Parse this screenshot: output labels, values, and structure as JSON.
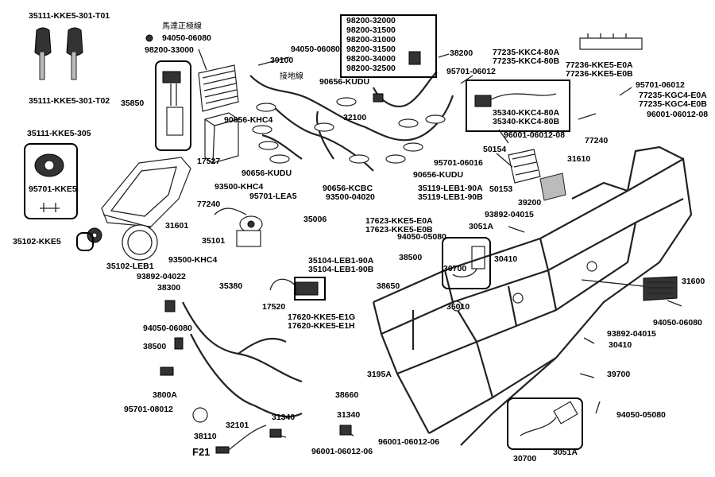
{
  "diagram": {
    "labels": {
      "k_t01": "35111-KKE5-301-T01",
      "k_t02": "35111-KKE5-301-T02",
      "k_305": "35111-KKE5-305",
      "k_khe5": "95701-KKE5",
      "p35850": "35850",
      "p35102kke5": "35102-KKE5",
      "p35102leb1": "35102-LEB1",
      "p93892a": "93892-04022",
      "p38300": "38300",
      "p94050a": "94050-06080",
      "p38500a": "38500",
      "p3800a": "3800A",
      "p95701a": "95701-08012",
      "p38110": "38110",
      "f21": "F21",
      "p32101": "32101",
      "p31340a": "31340",
      "p96001a": "96001-06012-06",
      "p31340b": "31340",
      "p96001b": "96001-06012-06",
      "cn_wire": "馬達正極線",
      "p94050b": "94050-06080",
      "p98200_33": "98200-33000",
      "p39100": "39100",
      "p94050c": "94050-06080",
      "cn_ground": "接地線",
      "p90656a": "90656-KUDU",
      "p32100": "32100",
      "p90656b": "90656-KHC4",
      "p90656c": "90656-KUDU",
      "p90656d": "90656-KCBC",
      "p93500a": "93500-04020",
      "p90656e": "90656-KUDU",
      "p17527": "17527",
      "p93500b": "93500-KHC4",
      "p95701b": "95701-LEA5",
      "p77240a": "77240",
      "p31601": "31601",
      "p35101": "35101",
      "p93500c": "93500-KHC4",
      "p35380": "35380",
      "p35006": "35006",
      "p17623a": "17623-KKE5-E0A",
      "p17623b": "17623-KKE5-E0B",
      "p35104a": "35104-LEB1-90A",
      "p35104b": "35104-LEB1-90B",
      "p17520": "17520",
      "p17620a": "17620-KKE5-E1G",
      "p17620b": "17620-KKE5-E1H",
      "p38650": "38650",
      "p38500b": "38500",
      "p35010": "35010",
      "p3195a": "3195A",
      "p38660": "38660",
      "box98200": [
        "98200-32000",
        "98200-31500",
        "98200-31000",
        "98200-31500",
        "98200-34000",
        "98200-32500"
      ],
      "p38200": "38200",
      "p95701c": "95701-06012",
      "p77235a": "77235-KKC4-80A",
      "p77235b": "77235-KKC4-80B",
      "p77236a": "77236-KKE5-E0A",
      "p77236b": "77236-KKE5-E0B",
      "p95701d": "95701-06012",
      "p77235c": "77235-KGC4-E0A",
      "p77235d": "77235-KGC4-E0B",
      "p96001c": "96001-06012-08",
      "p35340a": "35340-KKC4-80A",
      "p35340b": "35340-KKC4-80B",
      "p96001d": "96001-06012-08",
      "p77240b": "77240",
      "p50154": "50154",
      "p95701e": "95701-06016",
      "p50153": "50153",
      "p39200": "39200",
      "p31610": "31610",
      "p35119a": "35119-LEB1-90A",
      "p35119b": "35119-LEB1-90B",
      "p93892b": "93892-04015",
      "p3051a_a": "3051A",
      "p94050d": "94050-05080",
      "p30700a": "30700",
      "p30410a": "30410",
      "p31600": "31600",
      "p94050e": "94050-06080",
      "p93892c": "93892-04015",
      "p30410b": "30410",
      "p39700": "39700",
      "p94050f": "94050-05080",
      "p30700b": "30700",
      "p3051a_b": "3051A"
    }
  }
}
